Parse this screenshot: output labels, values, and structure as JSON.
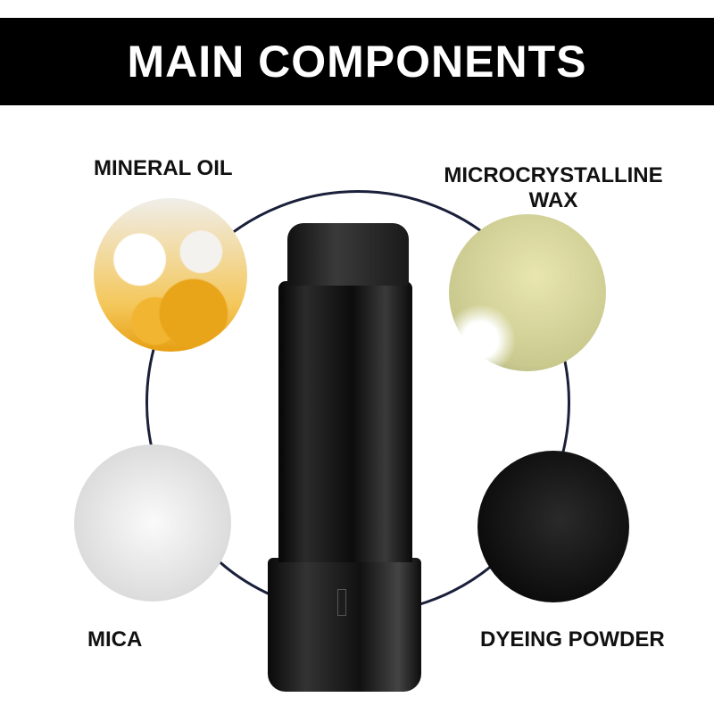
{
  "title": "MAIN COMPONENTS",
  "components": [
    {
      "label": "MINERAL OIL"
    },
    {
      "label": "MICROCRYSTALLINE WAX"
    },
    {
      "label": "MICA"
    },
    {
      "label": "DYEING POWDER"
    }
  ],
  "colors": {
    "banner": "#000000",
    "ring": "#1a1f3a"
  }
}
